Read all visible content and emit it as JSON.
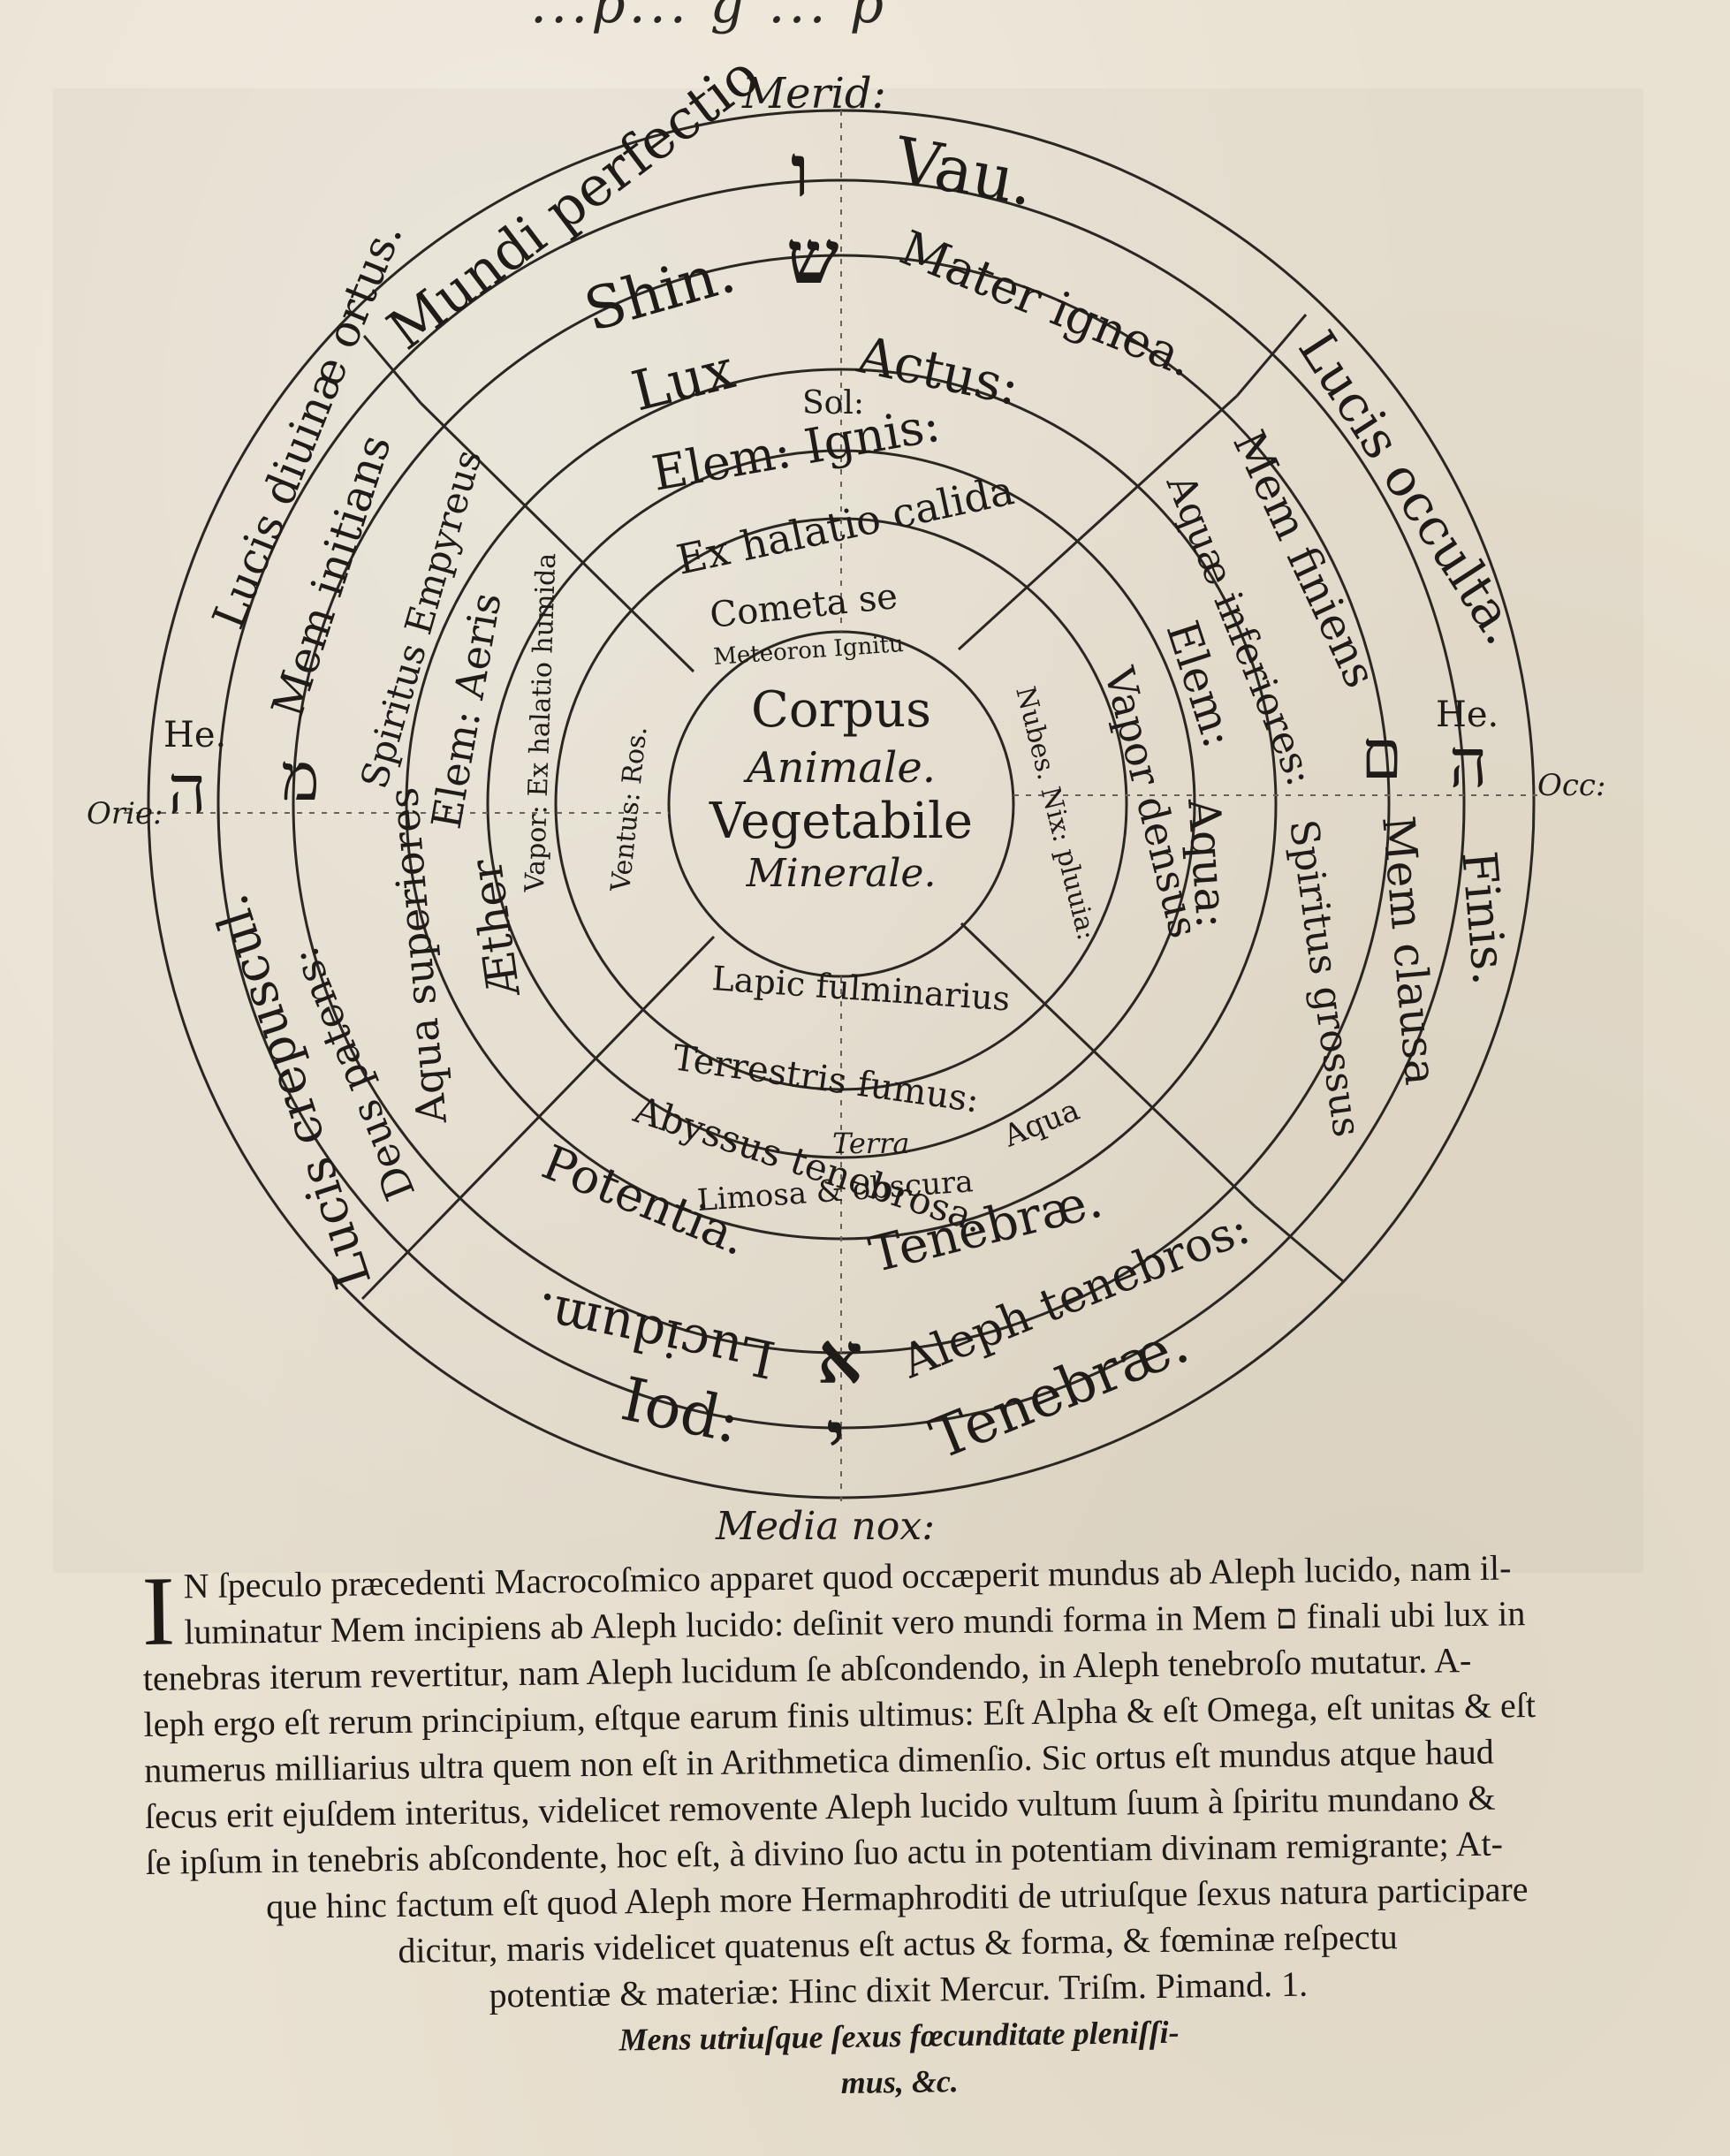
{
  "top_fragment": "...p... g ... p",
  "compass": {
    "meridies": "Merid:",
    "media_nox": "Media nox:",
    "oriens": "Orie:",
    "occidens": "Occ:"
  },
  "ring5": {
    "top": "Mundi perfectio",
    "top_glyph": "ו",
    "top_letter": "Vau.",
    "right": "Lucis occulta.",
    "bottom_name": "Iod:",
    "bottom_glyph": "י",
    "bottom_word": "Tenebræ.",
    "left": "Lucis crepuscul.",
    "ne_word": "Lucis diuinæ ortus.",
    "he_left_label": "He.",
    "he_left_glyph": "ה",
    "he_right_label": "He.",
    "he_right_glyph": "ה",
    "finis": "Finis.",
    "deus_patens": "Deus patens:"
  },
  "ring4": {
    "shin": "Shin.",
    "shin_glyph": "ש",
    "mater_ignea": "Mater ignea.",
    "mem_finiens": "Mem finiens",
    "mem_final_glyph": "ם",
    "mem_clausa": "Mem clausa",
    "lucidum": "Lucidum.",
    "aleph_glyph": "א",
    "aleph_tenebros": "Aleph tenebros:",
    "mem_initians": "Mem initians",
    "mem_glyph": "מ",
    "aqua_superiores": "Aqua superiores"
  },
  "ring3": {
    "lux": "Lux",
    "actus": "Actus:",
    "aquae_inferiores": "Aquæ inferiores:",
    "spiritus_grossus": "Spiritus grossus",
    "potentia": "Potentia.",
    "tenebrae": "Tenebræ.",
    "spiritus_empyreus": "Spiritus Empyreus",
    "aether": "Æther"
  },
  "ring2": {
    "sol": "Sol:",
    "elem_ignis": "Elem: Ignis:",
    "elem_aqua_top": "Elem:",
    "aqua": "Aqua:",
    "abyssus": "Abyssus tenebrosa.",
    "terra": "Terra",
    "aqua_small": "Aqua",
    "limosa": "Limosa & obscura",
    "elem_aeris": "Elem: Aeris"
  },
  "ring1": {
    "exhalatio_calida": "Ex halatio calida",
    "vapor_densus": "Vapor densus",
    "terrestris_fumus": "Terrestris fumus:",
    "vapor_exhalatio": "Vapor: Ex halatio humida"
  },
  "ring0": {
    "cometa": "Cometa se",
    "meteoron": "Meteoron Ignitu",
    "nubes": "Nubes. Nix: pluuia:",
    "lapis": "Lapic fulminarius",
    "ventus": "Ventus: Ros."
  },
  "center": {
    "line1": "Corpus",
    "line2": "Animale.",
    "line3": "Vegetabile",
    "line4": "Minerale."
  },
  "caption": {
    "dropcap": "I",
    "lines": [
      "N ſpeculo præcedenti Macrocoſmico apparet quod occæperit mundus ab Aleph lucido, nam il-",
      "luminatur Mem incipiens ab Aleph lucido: deſinit vero mundi forma in Mem ם finali ubi lux in",
      "tenebras iterum revertitur, nam Aleph lucidum ſe abſcondendo, in Aleph tenebroſo mutatur. A-",
      "leph ergo eſt rerum principium, eſtque earum finis ultimus: Eſt Alpha & eſt Omega, eſt unitas & eſt",
      "numerus milliarius ultra quem non eſt in Arithmetica dimenſio. Sic ortus eſt mundus atque haud",
      "ſecus erit ejuſdem interitus, videlicet removente Aleph lucido vultum ſuum à ſpiritu mundano &",
      "ſe ipſum in tenebris abſcondente, hoc eſt, à divino ſuo actu in potentiam divinam remigrante; At-",
      "que hinc factum eſt quod Aleph more Hermaphroditi de utriuſque ſexus natura participare",
      "dicitur, maris videlicet quatenus eſt actus & forma, & fœminæ reſpectu",
      "potentiæ & materiæ: Hinc dixit Mercur. Triſm. Pimand. 1."
    ],
    "motto1": "Mens utriuſque ſexus fœcunditate pleniſſi-",
    "motto2": "mus, &c."
  }
}
